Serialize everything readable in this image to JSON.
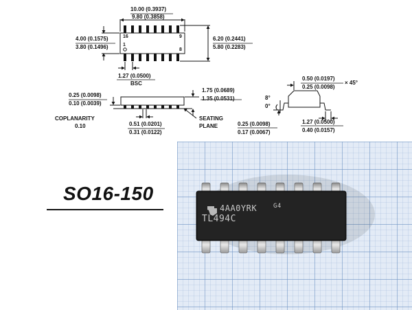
{
  "package_title": "SO16-150",
  "top_view": {
    "width_max": "10.00 (0.3937)",
    "width_min": "9.80 (0.3858)",
    "body_height_max": "4.00 (0.1575)",
    "body_height_min": "3.80 (0.1496)",
    "overall_height_max": "6.20 (0.2441)",
    "overall_height_min": "5.80 (0.2283)",
    "pin_16": "16",
    "pin_9": "9",
    "pin_1": "1",
    "pin_8": "8",
    "pitch": "1.27 (0.0500)",
    "pitch_note": "BSC"
  },
  "side_view": {
    "standoff_max": "0.25 (0.0098)",
    "standoff_min": "0.10 (0.0039)",
    "height_max": "1.75 (0.0689)",
    "height_min": "1.35 (0.0531)",
    "coplanarity_label": "COPLANARITY",
    "coplanarity_value": "0.10",
    "lead_width_max": "0.51 (0.0201)",
    "lead_width_min": "0.31 (0.0122)",
    "seating_plane_line1": "SEATING",
    "seating_plane_line2": "PLANE"
  },
  "end_view": {
    "chamfer_max": "0.50 (0.0197)",
    "chamfer_min": "0.25 (0.0098)",
    "chamfer_angle": "× 45°",
    "angle_max": "8°",
    "angle_min": "0°",
    "lead_thickness_max": "0.25 (0.0098)",
    "lead_thickness_min": "0.17 (0.0067)",
    "foot_length_max": "1.27 (0.0500)",
    "foot_length_min": "0.40 (0.0157)"
  },
  "photo": {
    "marking_line1": "4AA0YRK",
    "marking_code": "G4",
    "marking_line2": "TL494C"
  }
}
